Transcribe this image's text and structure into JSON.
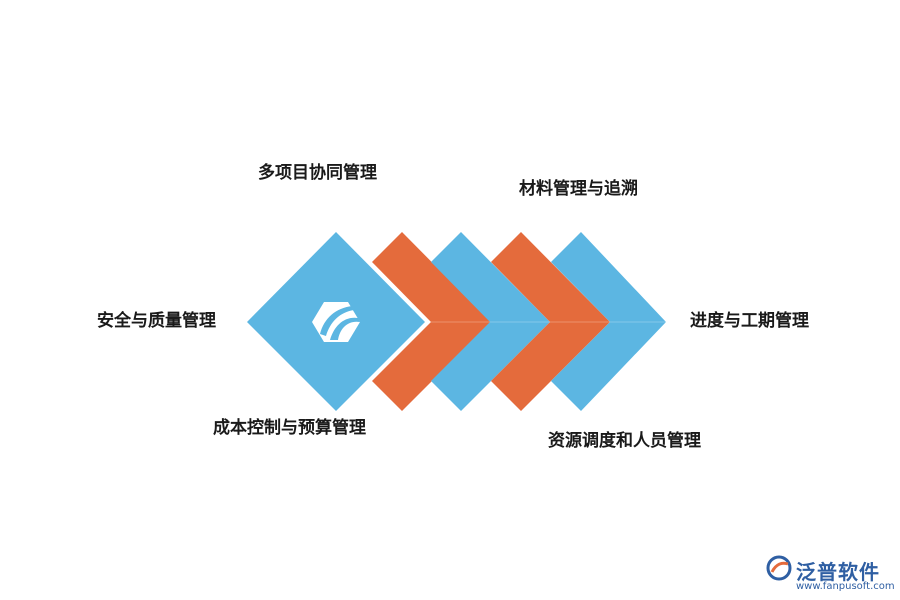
{
  "labels": {
    "top_left": "多项目协同管理",
    "top_right": "材料管理与追溯",
    "left": "安全与质量管理",
    "right": "进度与工期管理",
    "bottom_left": "成本控制与预算管理",
    "bottom_right": "资源调度和人员管理"
  },
  "colors": {
    "blue": "#5cb6e2",
    "orange": "#e46b3c",
    "watermark": "#2f5fa3"
  },
  "icons": {
    "center": "hexagon-logo-icon"
  },
  "watermark": {
    "brand": "泛普软件",
    "url": "www.fanpusoft.com"
  }
}
